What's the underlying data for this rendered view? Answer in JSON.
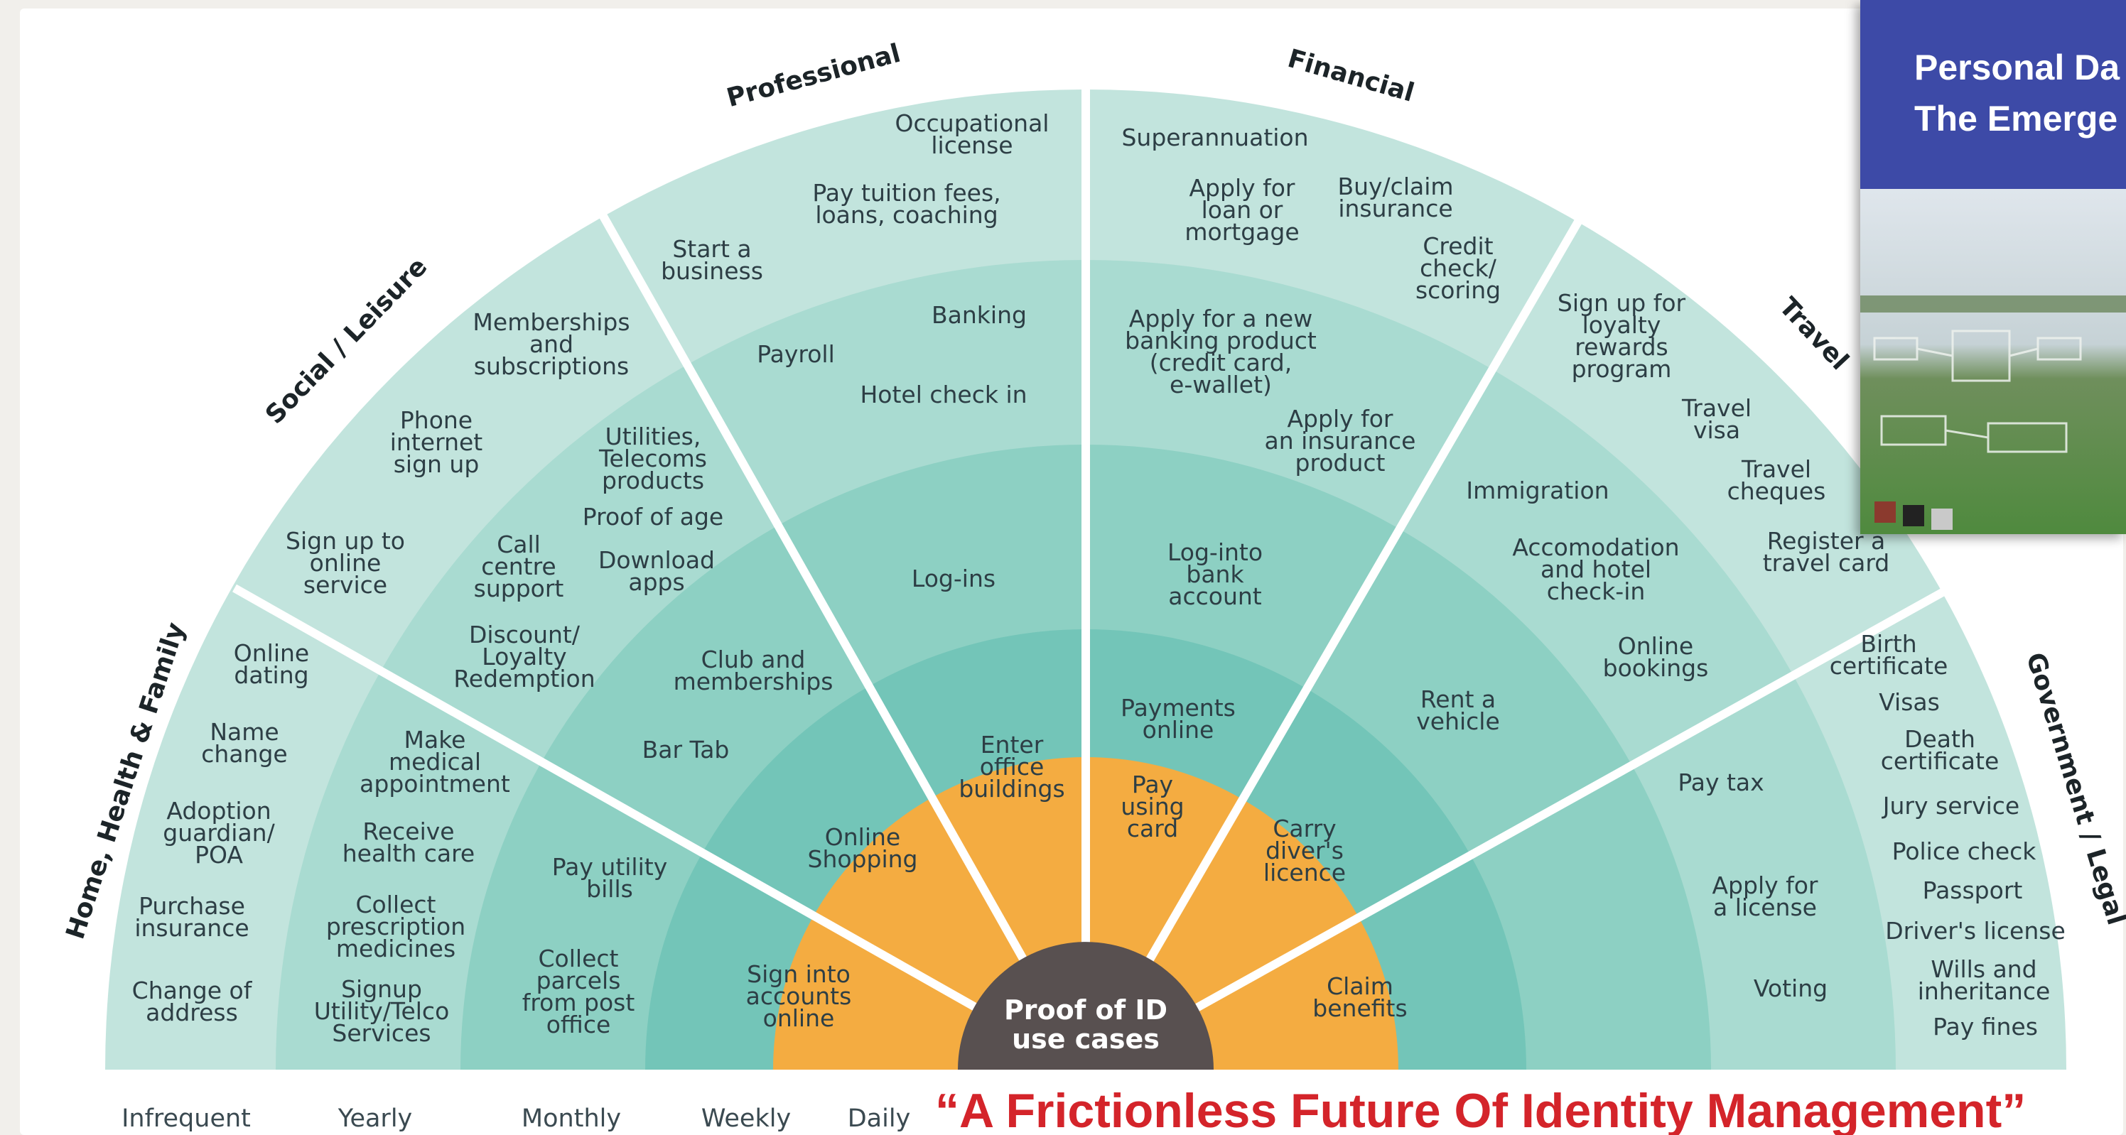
{
  "center": {
    "line1": "Proof of ID",
    "line2": "use cases"
  },
  "categories": {
    "home": "Home, Health & Family",
    "social": "Social / Leisure",
    "professional": "Professional",
    "financial": "Financial",
    "travel": "Travel",
    "government": "Government / Legal"
  },
  "frequency": [
    "Infrequent",
    "Yearly",
    "Monthly",
    "Weekly",
    "Daily"
  ],
  "tagline": "“A Frictionless Future Of Identity Management”",
  "book": {
    "title_line1": "Personal Da",
    "title_line2": "The Emerge"
  },
  "items": {
    "home": {
      "online_dating": [
        "Online",
        "dating"
      ],
      "name_change": [
        "Name",
        "change"
      ],
      "adoption": [
        "Adoption",
        "guardian/",
        "POA"
      ],
      "purchase_insurance": [
        "Purchase",
        "insurance"
      ],
      "change_address": [
        "Change of",
        "address"
      ],
      "medical_appt": [
        "Make",
        "medical",
        "appointment"
      ],
      "health_care": [
        "Receive",
        "health care"
      ],
      "prescription": [
        "Collect",
        "prescription",
        "medicines"
      ],
      "signup_utility": [
        "Signup",
        "Utility/Telco",
        "Services"
      ],
      "pay_utility": [
        "Pay utility",
        "bills"
      ],
      "collect_parcels": [
        "Collect",
        "parcels",
        "from post",
        "office"
      ],
      "sign_into_accounts": [
        "Sign into",
        "accounts",
        "online"
      ]
    },
    "social": {
      "memberships": [
        "Memberships",
        "and",
        "subscriptions"
      ],
      "phone_internet": [
        "Phone",
        "internet",
        "sign up"
      ],
      "online_service": [
        "Sign up to",
        "online",
        "service"
      ],
      "utilities_telecoms": [
        "Utilities,",
        "Telecoms",
        "products"
      ],
      "proof_of_age": [
        "Proof of age"
      ],
      "call_centre": [
        "Call",
        "centre",
        "support"
      ],
      "download_apps": [
        "Download",
        "apps"
      ],
      "discount": [
        "Discount/",
        "Loyalty",
        "Redemption"
      ],
      "club": [
        "Club and",
        "memberships"
      ],
      "bar_tab": [
        "Bar Tab"
      ],
      "online_shopping": [
        "Online",
        "Shopping"
      ]
    },
    "professional": {
      "occupational": [
        "Occupational",
        "license"
      ],
      "tuition": [
        "Pay tuition fees,",
        "loans, coaching"
      ],
      "start_business": [
        "Start a",
        "business"
      ],
      "banking": [
        "Banking"
      ],
      "payroll": [
        "Payroll"
      ],
      "hotel_checkin": [
        "Hotel check in"
      ],
      "logins": [
        "Log-ins"
      ],
      "enter_office": [
        "Enter",
        "office",
        "buildings"
      ]
    },
    "financial": {
      "superannuation": [
        "Superannuation"
      ],
      "loan": [
        "Apply for",
        "loan or",
        "mortgage"
      ],
      "insurance_claim": [
        "Buy/claim",
        "insurance"
      ],
      "credit_check": [
        "Credit",
        "check/",
        "scoring"
      ],
      "banking_product": [
        "Apply for a new",
        "banking product",
        "(credit card,",
        "e-wallet)"
      ],
      "insurance_product": [
        "Apply for",
        "an insurance",
        "product"
      ],
      "bank_login": [
        "Log-into",
        "bank",
        "account"
      ],
      "payments_online": [
        "Payments",
        "online"
      ],
      "pay_card": [
        "Pay",
        "using",
        "card"
      ],
      "drivers_licence": [
        "Carry",
        "diver's",
        "licence"
      ],
      "rent_vehicle": [
        "Rent a",
        "vehicle"
      ],
      "claim_benefits": [
        "Claim",
        "benefits"
      ]
    },
    "travel": {
      "loyalty": [
        "Sign up for",
        "loyalty",
        "rewards",
        "program"
      ],
      "travel_visa": [
        "Travel",
        "visa"
      ],
      "travel_cheques": [
        "Travel",
        "cheques"
      ],
      "travel_card": [
        "Register a",
        "travel card"
      ],
      "immigration": [
        "Immigration"
      ],
      "accommodation": [
        "Accomodation",
        "and hotel",
        "check-in"
      ],
      "online_bookings": [
        "Online",
        "bookings"
      ]
    },
    "government": {
      "birth_cert": [
        "Birth",
        "certificate"
      ],
      "visas": [
        "Visas"
      ],
      "death_cert": [
        "Death",
        "certificate"
      ],
      "jury": [
        "Jury service"
      ],
      "police": [
        "Police check"
      ],
      "passport": [
        "Passport"
      ],
      "drivers_license": [
        "Driver's license"
      ],
      "wills": [
        "Wills and",
        "inheritance"
      ],
      "fines": [
        "Pay fines"
      ],
      "pay_tax": [
        "Pay tax"
      ],
      "apply_license": [
        "Apply for",
        "a license"
      ],
      "voting": [
        "Voting"
      ]
    }
  },
  "colors": {
    "ring_infrequent": "#c2e4dd",
    "ring_yearly": "#a9dbd1",
    "ring_monthly": "#8dd0c3",
    "ring_weekly": "#73c5b8",
    "ring_daily": "#f4ac41",
    "hub": "#585050",
    "tagline": "#d4242a",
    "book_cover": "#3d4aa7"
  }
}
